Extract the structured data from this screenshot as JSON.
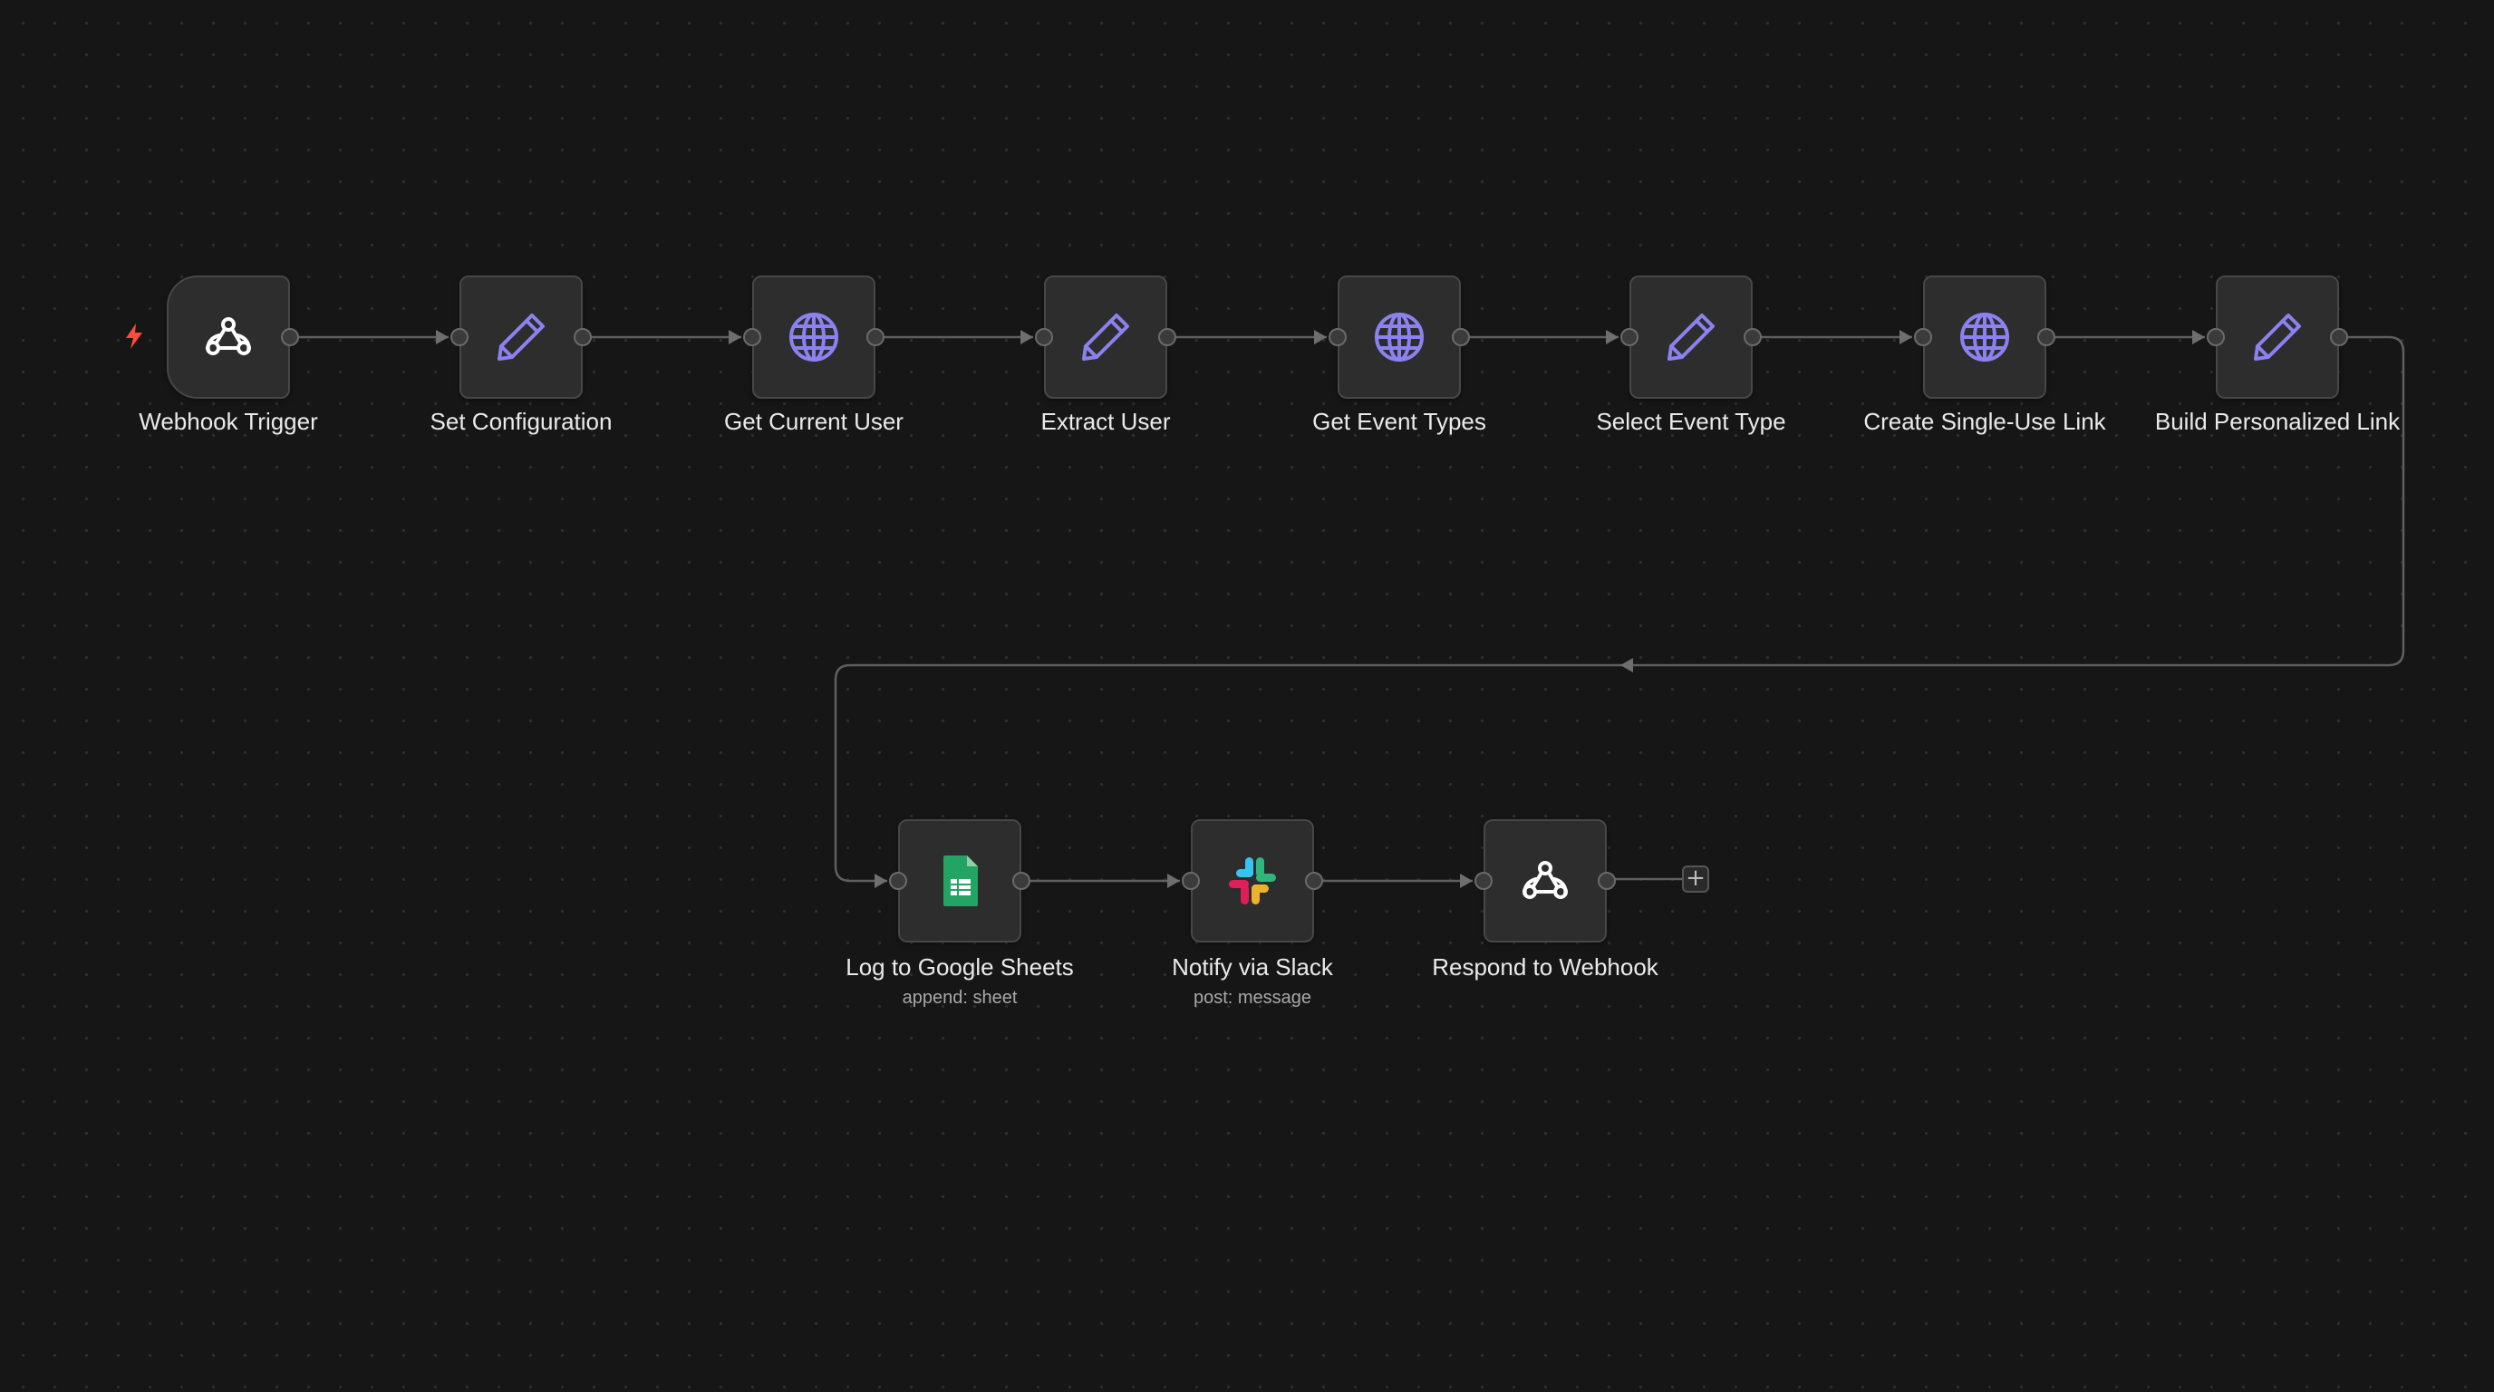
{
  "canvas": {
    "add_node_label": "+",
    "colors": {
      "background": "#161616",
      "node_fill": "#2d2d2d",
      "node_border": "#474747",
      "connection": "#5f5f5f",
      "icon_accent": "#8b82f0",
      "trigger_bolt": "#ff4d3d",
      "sheets_green": "#21a464"
    }
  },
  "nodes": [
    {
      "id": "webhook-trigger",
      "label": "Webhook Trigger",
      "sublabel": "",
      "icon": "webhook-icon",
      "is_trigger": true
    },
    {
      "id": "set-configuration",
      "label": "Set Configuration",
      "sublabel": "",
      "icon": "pencil-icon"
    },
    {
      "id": "get-current-user",
      "label": "Get Current User",
      "sublabel": "",
      "icon": "globe-icon"
    },
    {
      "id": "extract-user",
      "label": "Extract User",
      "sublabel": "",
      "icon": "pencil-icon"
    },
    {
      "id": "get-event-types",
      "label": "Get Event Types",
      "sublabel": "",
      "icon": "globe-icon"
    },
    {
      "id": "select-event-type",
      "label": "Select Event Type",
      "sublabel": "",
      "icon": "pencil-icon"
    },
    {
      "id": "create-single-use-link",
      "label": "Create Single-Use Link",
      "sublabel": "",
      "icon": "globe-icon"
    },
    {
      "id": "build-personalized-link",
      "label": "Build Personalized Link",
      "sublabel": "",
      "icon": "pencil-icon"
    },
    {
      "id": "log-to-google-sheets",
      "label": "Log to Google Sheets",
      "sublabel": "append: sheet",
      "icon": "google-sheets-icon"
    },
    {
      "id": "notify-via-slack",
      "label": "Notify via Slack",
      "sublabel": "post: message",
      "icon": "slack-icon"
    },
    {
      "id": "respond-to-webhook",
      "label": "Respond to Webhook",
      "sublabel": "",
      "icon": "webhook-icon"
    }
  ]
}
